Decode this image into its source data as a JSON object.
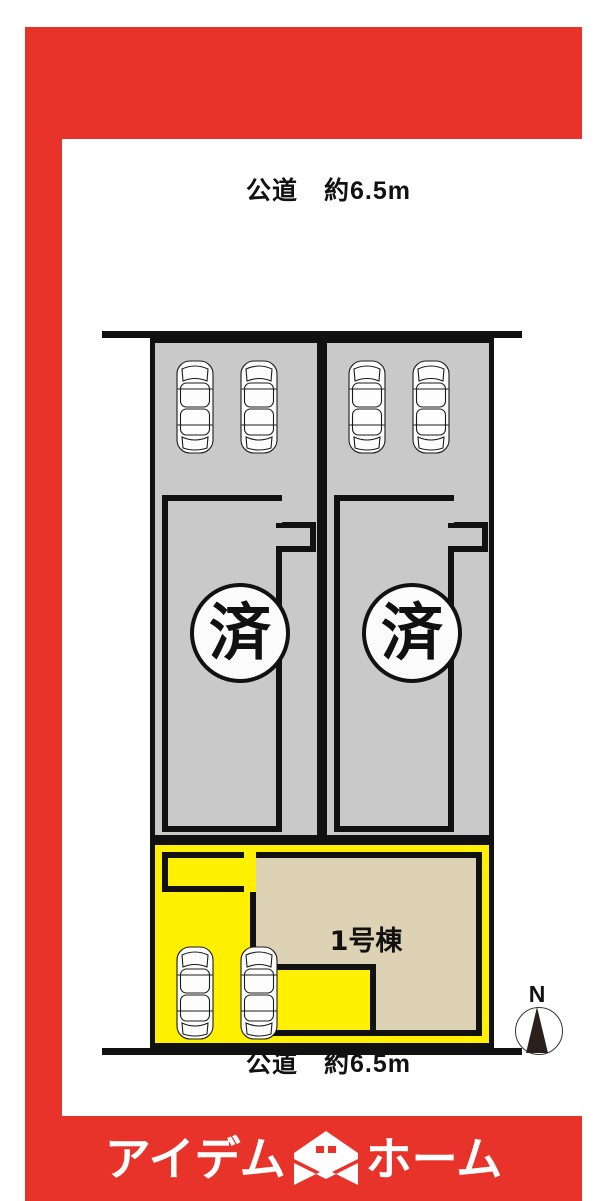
{
  "brand": {
    "name_left": "アイデム",
    "name_right": "ホーム",
    "logo_icon": "house-envelope-icon",
    "color": "#e8332a"
  },
  "colors": {
    "frame_red": "#e8332a",
    "panel_white": "#ffffff",
    "lot_sold_gray": "#c9c9c9",
    "lot_available_yellow": "#fff000",
    "building_beige": "#ded2b4",
    "line_black": "#111111"
  },
  "roads": {
    "top": "公道　約6.5m",
    "bottom": "公道　約6.5m"
  },
  "compass": {
    "letter": "N",
    "icon": "north-arrow-icon"
  },
  "site_plan": {
    "lots": [
      {
        "id": "lot-2",
        "label": "",
        "status_stamp": "済",
        "status": "sold",
        "fill": "#c9c9c9",
        "parking_spaces": 2,
        "car_icons": [
          "car-top-view-icon",
          "car-top-view-icon"
        ]
      },
      {
        "id": "lot-3",
        "label": "",
        "status_stamp": "済",
        "status": "sold",
        "fill": "#c9c9c9",
        "parking_spaces": 2,
        "car_icons": [
          "car-top-view-icon",
          "car-top-view-icon"
        ]
      },
      {
        "id": "lot-1",
        "label": "1号棟",
        "status_stamp": "",
        "status": "available",
        "fill": "#fff000",
        "parking_spaces": 2,
        "car_icons": [
          "car-top-view-icon",
          "car-top-view-icon"
        ]
      }
    ]
  }
}
